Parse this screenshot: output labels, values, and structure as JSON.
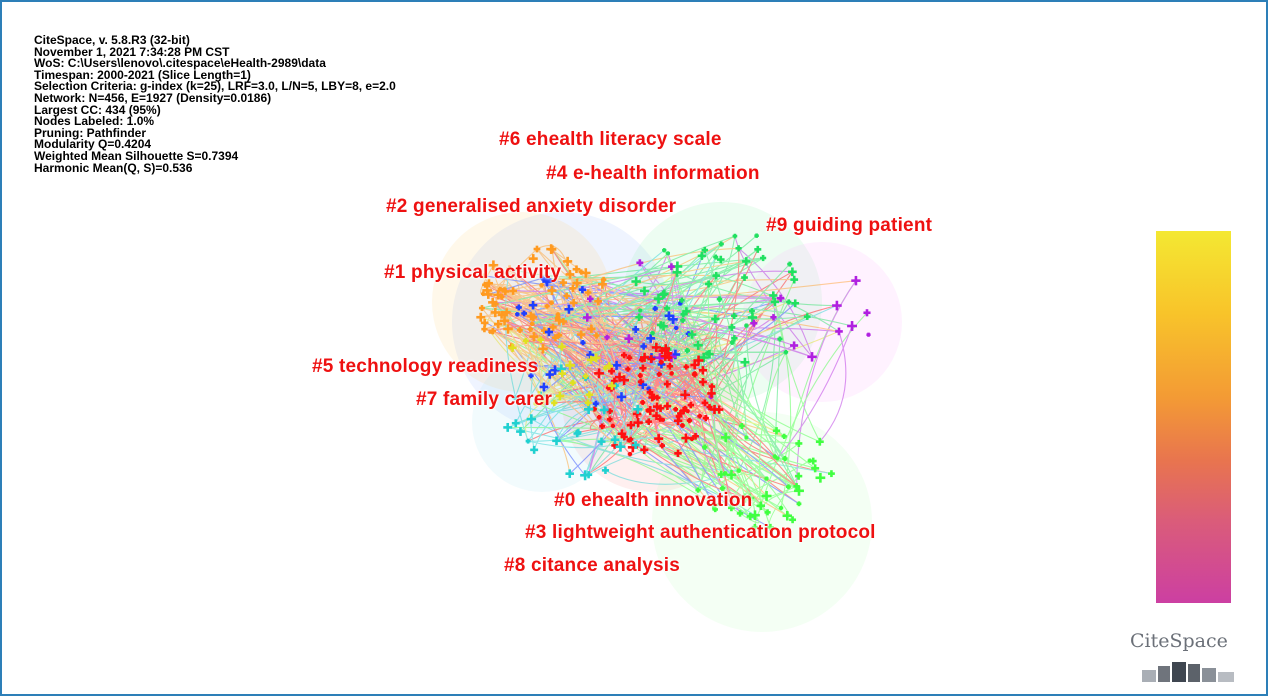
{
  "info": {
    "lines": [
      "CiteSpace, v. 5.8.R3 (32-bit)",
      "November 1, 2021 7:34:28 PM CST",
      "WoS: C:\\Users\\lenovo\\.citespace\\eHealth-2989\\data",
      "Timespan: 2000-2021 (Slice Length=1)",
      "Selection Criteria: g-index (k=25), LRF=3.0, L/N=5, LBY=8, e=2.0",
      "Network: N=456, E=1927 (Density=0.0186)",
      "Largest CC: 434 (95%)",
      "Nodes Labeled: 1.0%",
      "Pruning: Pathfinder",
      "Modularity Q=0.4204",
      "Weighted Mean Silhouette S=0.7394",
      "Harmonic Mean(Q, S)=0.536"
    ]
  },
  "clusters": [
    {
      "label": "#6 ehealth literacy scale",
      "color": "#ee1111"
    },
    {
      "label": "#4 e-health information",
      "color": "#ee1111"
    },
    {
      "label": "#2 generalised anxiety disorder",
      "color": "#ee1111"
    },
    {
      "label": "#9 guiding patient",
      "color": "#ee1111"
    },
    {
      "label": "#1 physical activity",
      "color": "#ee1111"
    },
    {
      "label": "#5 technology readiness",
      "color": "#ee1111"
    },
    {
      "label": "#7 family carer",
      "color": "#ee1111"
    },
    {
      "label": "#0 ehealth innovation",
      "color": "#ee1111"
    },
    {
      "label": "#3 lightweight authentication protocol",
      "color": "#ee1111"
    },
    {
      "label": "#8 citance analysis",
      "color": "#ee1111"
    }
  ],
  "colors": {
    "frame_border": "#2d7fb8",
    "label_text": "#ee1111",
    "colorbar": [
      "#f4e832",
      "#f8c42a",
      "#f39a35",
      "#e8744f",
      "#da5c7a",
      "#cc3fa2"
    ],
    "node_palette": [
      "#ff1010",
      "#1f3fff",
      "#20e060",
      "#ff9a20",
      "#b020e0",
      "#20d0d0",
      "#e0e020",
      "#40ff40"
    ]
  },
  "brand": {
    "text": "CiteSpace",
    "icon": "city-skyline-logo"
  }
}
